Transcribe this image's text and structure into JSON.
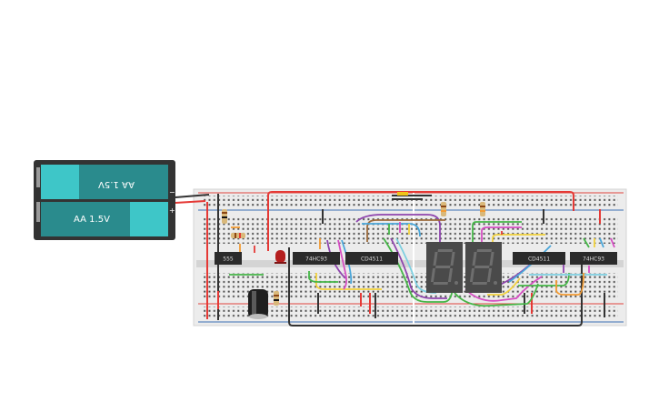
{
  "scene": {
    "colors": {
      "board": "#ececec",
      "board_edge": "#d4d4d4",
      "hole": "#4d4d4d",
      "rail_red": "#e0453e",
      "rail_blue": "#3b6fb5",
      "chip": "#2b2b2b",
      "chip_pin": "#b9b9b9",
      "battery_case": "#333333",
      "cell_teal": "#2a8b8d",
      "cell_light": "#3ec6c8",
      "wire_red": "#e53935",
      "wire_black": "#333333",
      "wire_orange": "#f39c34",
      "wire_yellow": "#f2d23c",
      "wire_green": "#46b648",
      "wire_purple": "#8e44ad",
      "wire_blue": "#4aa6d9",
      "wire_brown": "#9c6b3c",
      "wire_magenta": "#d64fc3",
      "wire_cyan": "#7ccfe0",
      "display": "#4a4a4a",
      "segment": "#6e6e6e",
      "led_red": "#b51f1f"
    },
    "battery": {
      "cell_top_label": "AA 1.5V",
      "cell_bottom_label": "AA 1.5V",
      "plus_mark": "+",
      "minus_mark": "−"
    },
    "chips": [
      {
        "id": "chip-555",
        "label": "555"
      },
      {
        "id": "chip-74hc93-left",
        "label": "74HC93"
      },
      {
        "id": "chip-cd4511-left",
        "label": "CD4511"
      },
      {
        "id": "chip-cd4511-right",
        "label": "CD4511"
      },
      {
        "id": "chip-74hc93-right",
        "label": "74HC93"
      }
    ],
    "displays": [
      {
        "id": "display-left",
        "digit": "8"
      },
      {
        "id": "display-right",
        "digit": "8"
      }
    ]
  }
}
